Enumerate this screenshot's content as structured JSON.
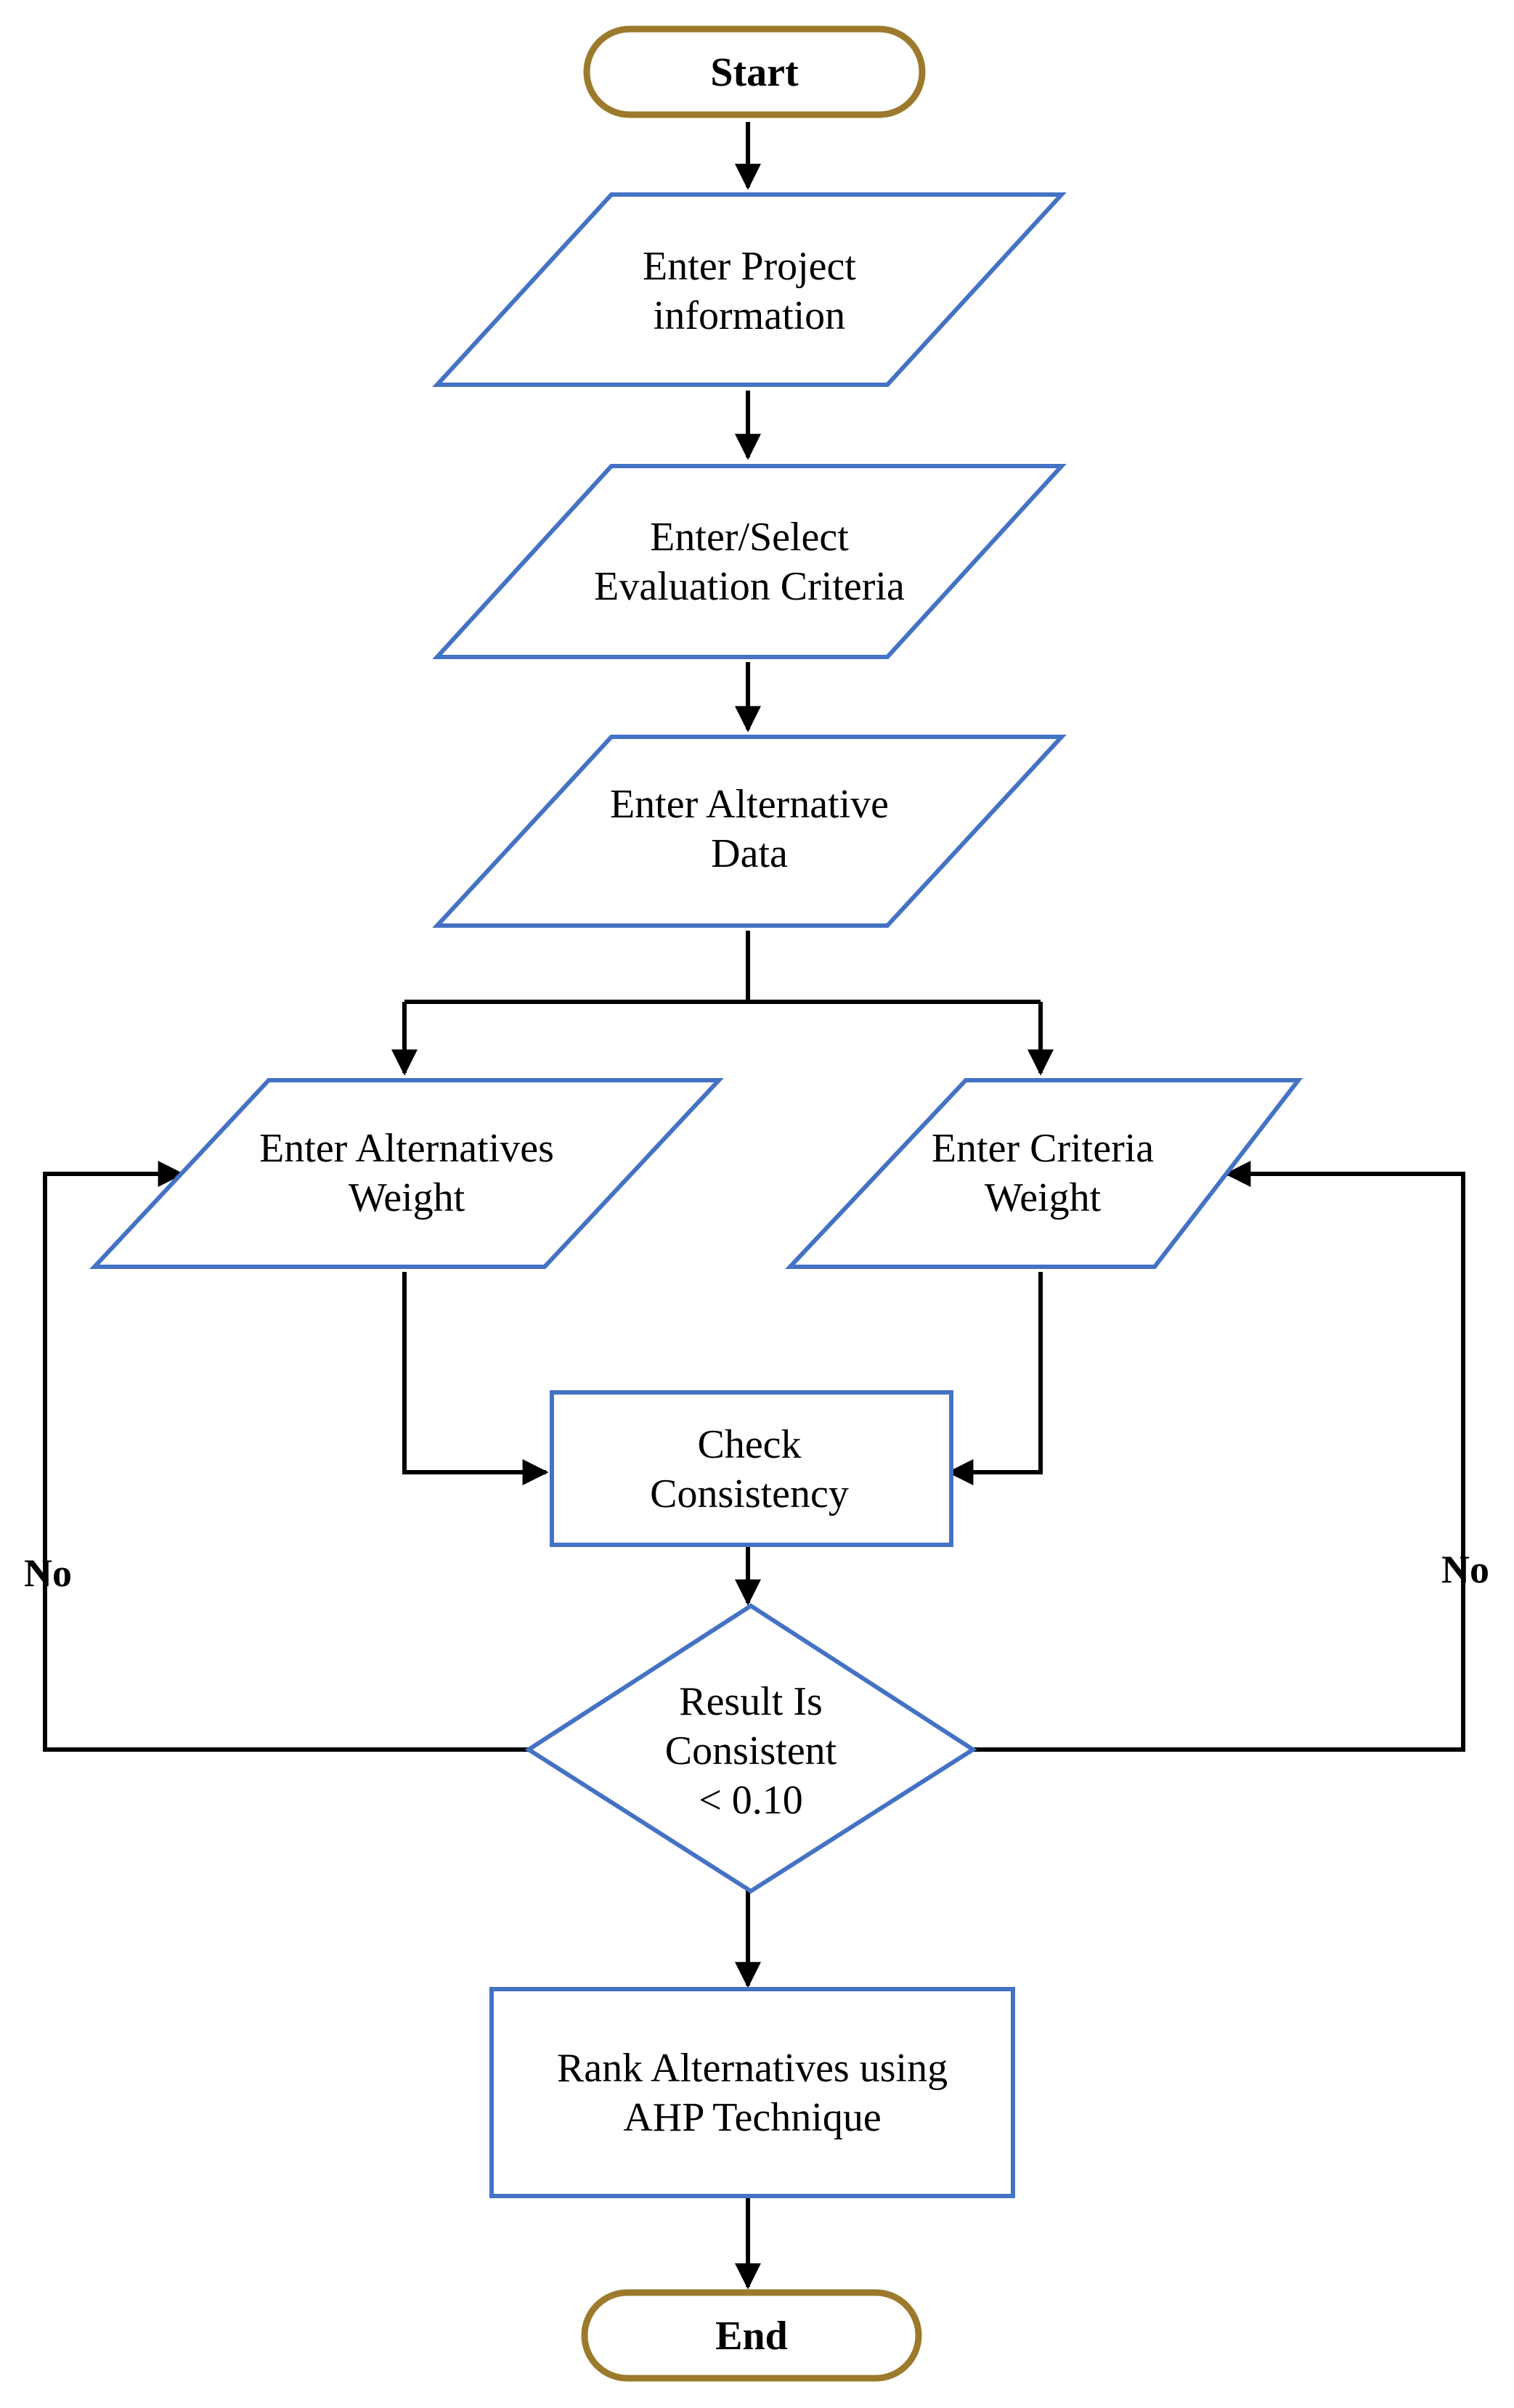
{
  "colors": {
    "shape_stroke": "#4472c4",
    "terminal_stroke": "#9c7a2c",
    "connector": "#000000",
    "background": "#ffffff"
  },
  "nodes": {
    "start": "Start",
    "project_info": [
      "Enter Project",
      "information"
    ],
    "eval_criteria": [
      "Enter/Select",
      "Evaluation Criteria"
    ],
    "alt_data": [
      "Enter Alternative",
      "Data"
    ],
    "alt_weight": [
      "Enter Alternatives",
      "Weight"
    ],
    "crit_weight": [
      "Enter Criteria",
      "Weight"
    ],
    "check_consistency": [
      "Check",
      "Consistency"
    ],
    "decision": [
      "Result Is",
      "Consistent",
      "< 0.10"
    ],
    "rank": [
      "Rank Alternatives using",
      "AHP Technique"
    ],
    "end": "End"
  },
  "edge_labels": {
    "left_no": "No",
    "right_no": "No"
  }
}
